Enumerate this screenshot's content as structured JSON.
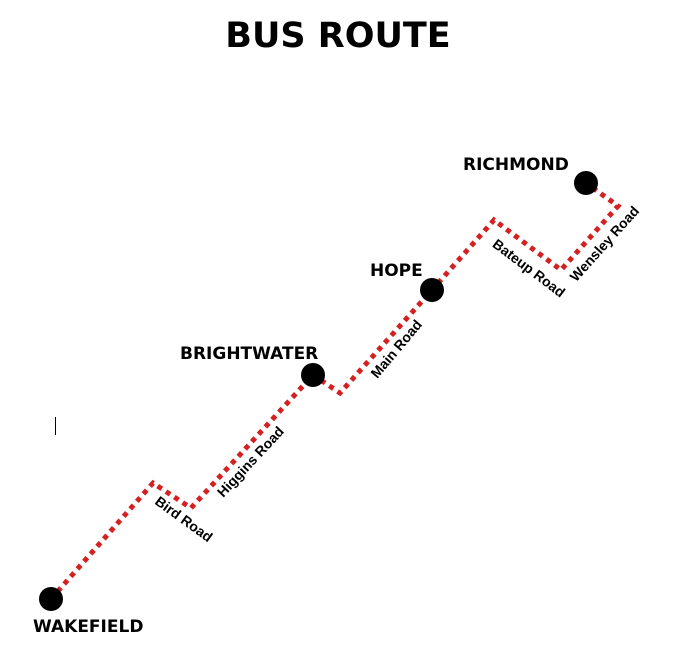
{
  "title": "BUS ROUTE",
  "route_color": "#d42020",
  "stops": [
    {
      "name": "WAKEFIELD"
    },
    {
      "name": "BRIGHTWATER"
    },
    {
      "name": "HOPE"
    },
    {
      "name": "RICHMOND"
    }
  ],
  "roads": [
    {
      "name": "Bird Road"
    },
    {
      "name": "Higgins Road"
    },
    {
      "name": "Main Road"
    },
    {
      "name": "Bateup Road"
    },
    {
      "name": "Wensley Road"
    }
  ]
}
